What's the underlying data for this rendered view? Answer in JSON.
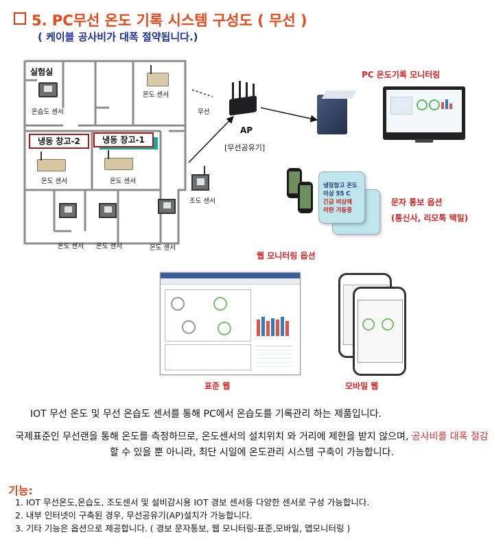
{
  "title": "5.   PC무선 온도 기록 시스템 구성도 ( 무선 )",
  "subtitle": "( 케이블 공사비가 대폭 절약됩니다.)",
  "floorplan": {
    "lab_title": "실험실",
    "lab_sensor": "온습도 센서",
    "room2_sensor": "온도 센서",
    "freezer2": "냉동 창고-2",
    "freezer1": "냉동 창고-1",
    "freezer2_sensor": "온도 센서",
    "freezer1_sensor": "온도 센서",
    "bottom_sensor_1": "온도 센서",
    "bottom_sensor_2": "온도 센서",
    "bottom_sensor_3": "온도 센서",
    "light_sensor": "조도 센서"
  },
  "network": {
    "wireless": "무선",
    "ap": "AP",
    "ap_desc": "[무선공유기]",
    "pc_monitoring": "PC 온도기록 모니터링"
  },
  "sms": {
    "title": "문자 통보 옵션",
    "desc": "(통신사, 리모톡 택일)",
    "card_lines": [
      "냉장창고 온도",
      "이상 55 C",
      "긴급 비상에",
      "어떤 가동중"
    ]
  },
  "web": {
    "title": "웹 모니터링 옵션",
    "standard": "표준 웹",
    "mobile": "모바일 웹"
  },
  "description": {
    "line1": "IOT 무선 온도 및 무선 온습도 센서를 통해 PC에서 온습도를 기록관리 하는 제품입니다.",
    "line2_a": "국제표준인 무선랜을 통해 온도를 측정하므로, 온도센서의 설치위치 와 거리에 제한을 받지 않으며, ",
    "line2_highlight": "공사비를 대폭 절감",
    "line2_b": "할 수 있을 뿐 아니라, 최단 시일에 온도관리 시스템 구축이 가능합니다."
  },
  "functions": {
    "title": "기능:",
    "items": [
      "1. IOT 무선온도,온습도, 조도센서 및 설비감시용 IOT 경보 센서등 다양한 센서로 구성 가능합니다.",
      "2. 내부 인터넷이 구축된 경우, 무선공유기(AP)설치가 가능합니다.",
      "3. 기타 기능은 옵션으로 제공합니다. ( 경보 문자통보,  웹 모니터링-표준,모바일, 앱모니터링 )"
    ]
  },
  "colors": {
    "title": "#e8481a",
    "subtitle": "#1c2e9a",
    "highlight": "#e83030",
    "tag_border": "#b01818",
    "tag_strip": "#1aa99a"
  }
}
